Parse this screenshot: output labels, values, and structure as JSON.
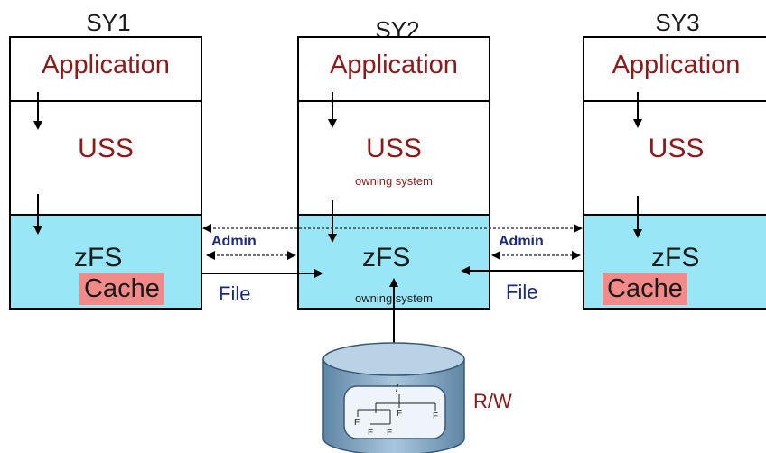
{
  "systems": [
    {
      "label": "SY1",
      "app": "Application",
      "uss": "USS",
      "zfs": "zFS",
      "cache": "Cache"
    },
    {
      "label": "SY2",
      "app": "Application",
      "uss": "USS",
      "uss_note": "owning system",
      "zfs": "zFS",
      "zfs_note": "owning system"
    },
    {
      "label": "SY3",
      "app": "Application",
      "uss": "USS",
      "zfs": "zFS",
      "cache": "Cache"
    }
  ],
  "connections": {
    "left": {
      "admin": "Admin",
      "file": "File"
    },
    "right": {
      "admin": "Admin",
      "file": "File"
    }
  },
  "storage": {
    "label": "R/W",
    "tree_nodes": [
      "/",
      "F",
      "F",
      "F",
      "F",
      "F"
    ]
  },
  "colors": {
    "zfs_fill": "#99e6f6",
    "cache_fill": "#f28a8a",
    "text_red": "#8b1a1a",
    "text_blue": "#1e2a7a"
  }
}
